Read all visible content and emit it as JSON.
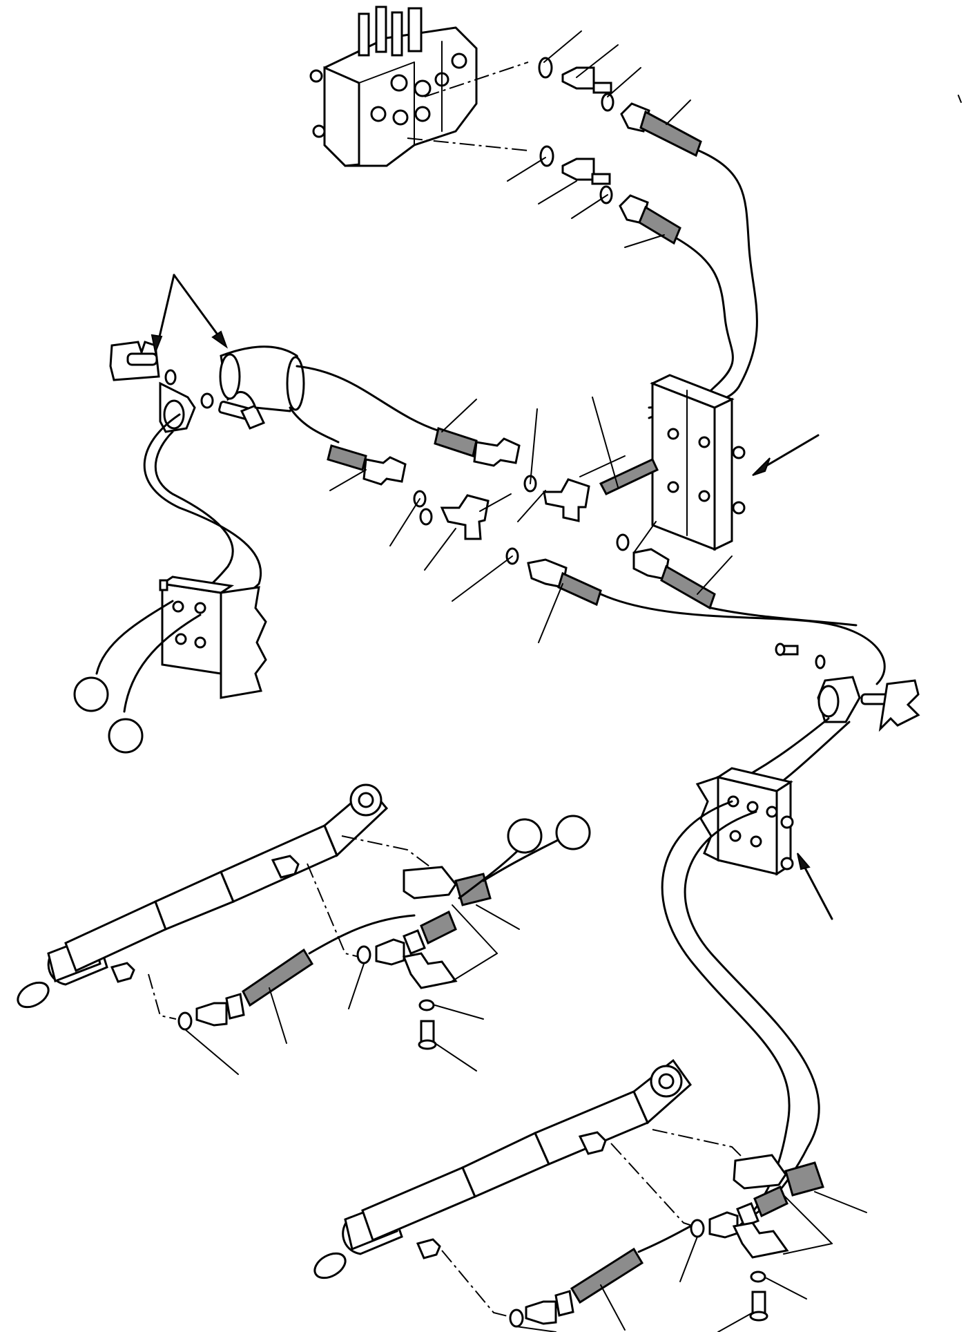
{
  "figure": {
    "callout_circles": [
      {
        "id": "A",
        "text": ""
      },
      {
        "id": "B",
        "text": ""
      },
      {
        "id": "C",
        "text": ""
      },
      {
        "id": "D",
        "text": ""
      }
    ]
  },
  "colors": {
    "ink": "#000000",
    "paper": "#ffffff",
    "hatch": "#8c8c8c"
  }
}
